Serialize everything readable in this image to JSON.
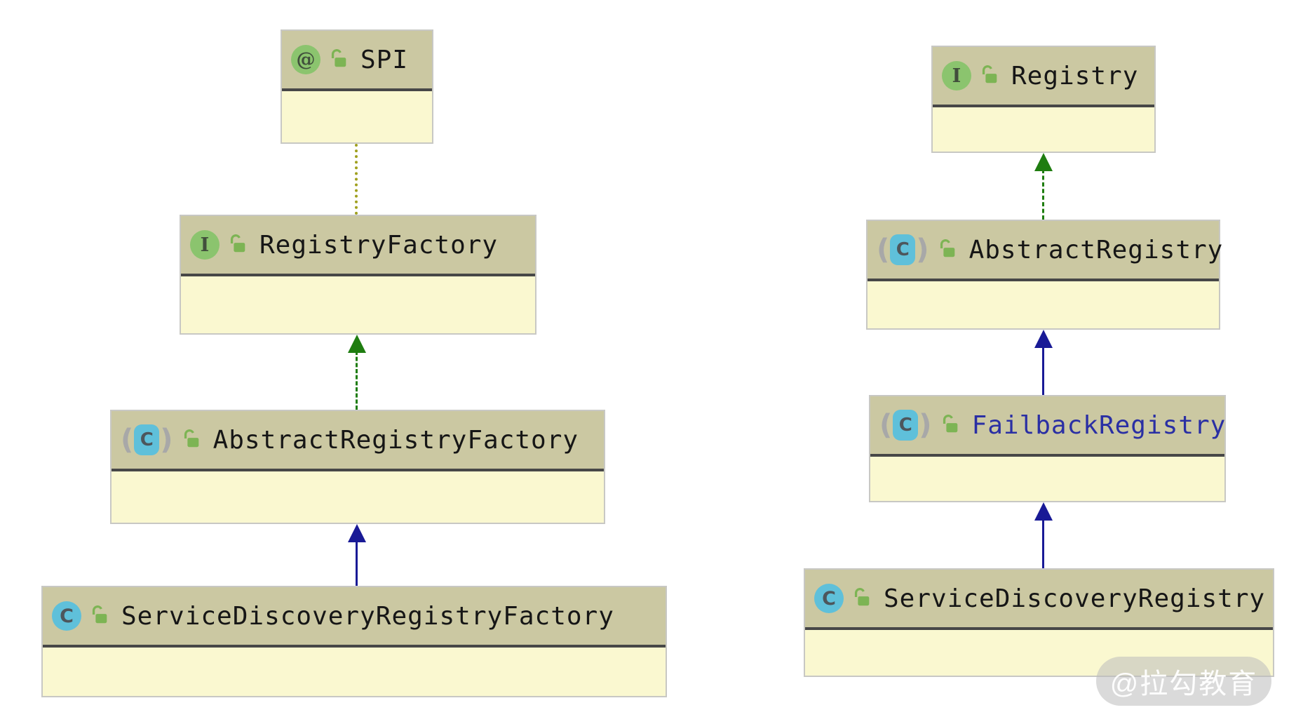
{
  "diagram": {
    "kind": "uml-class-inheritance-diagram",
    "colors": {
      "node_header_bg": "#cbc8a2",
      "node_body_bg": "#faf8d0",
      "node_border": "#c8c8c4",
      "node_separator": "#474747",
      "interface_icon_green": "#8bc46e",
      "class_icon_cyan": "#5fc0da",
      "lock_green": "#7db454",
      "implements_edge_green": "#1f7d10",
      "extends_edge_navy": "#191a96",
      "annotation_edge_olive": "#a0a01e",
      "highlighted_name_navy": "#2a2fa4"
    },
    "nodes": [
      {
        "name": "SPI",
        "kind": "annotation",
        "icon": "annotation-icon",
        "icon_glyph": "@",
        "visibility_icon": "unlocked-icon"
      },
      {
        "name": "RegistryFactory",
        "kind": "interface",
        "icon": "interface-icon",
        "icon_glyph": "I",
        "visibility_icon": "unlocked-icon"
      },
      {
        "name": "AbstractRegistryFactory",
        "kind": "abstract-class",
        "icon": "abstract-class-icon",
        "icon_glyph": "C",
        "visibility_icon": "unlocked-icon"
      },
      {
        "name": "ServiceDiscoveryRegistryFactory",
        "kind": "class",
        "icon": "class-icon",
        "icon_glyph": "C",
        "visibility_icon": "unlocked-icon"
      },
      {
        "name": "Registry",
        "kind": "interface",
        "icon": "interface-icon",
        "icon_glyph": "I",
        "visibility_icon": "unlocked-icon"
      },
      {
        "name": "AbstractRegistry",
        "kind": "abstract-class",
        "icon": "abstract-class-icon",
        "icon_glyph": "C",
        "visibility_icon": "unlocked-icon"
      },
      {
        "name": "FailbackRegistry",
        "kind": "abstract-class",
        "icon": "abstract-class-icon",
        "icon_glyph": "C",
        "visibility_icon": "unlocked-icon",
        "highlighted": true
      },
      {
        "name": "ServiceDiscoveryRegistry",
        "kind": "class",
        "icon": "class-icon",
        "icon_glyph": "C",
        "visibility_icon": "unlocked-icon"
      }
    ],
    "edges": [
      {
        "from": "RegistryFactory",
        "to": "SPI",
        "type": "annotation-dependency",
        "style": "dotted-olive-no-arrow"
      },
      {
        "from": "AbstractRegistryFactory",
        "to": "RegistryFactory",
        "type": "implements",
        "style": "dashed-green-filled-triangle"
      },
      {
        "from": "ServiceDiscoveryRegistryFactory",
        "to": "AbstractRegistryFactory",
        "type": "extends",
        "style": "solid-navy-filled-triangle"
      },
      {
        "from": "AbstractRegistry",
        "to": "Registry",
        "type": "implements",
        "style": "dashed-green-filled-triangle"
      },
      {
        "from": "FailbackRegistry",
        "to": "AbstractRegistry",
        "type": "extends",
        "style": "solid-navy-filled-triangle"
      },
      {
        "from": "ServiceDiscoveryRegistry",
        "to": "FailbackRegistry",
        "type": "extends",
        "style": "solid-navy-filled-triangle"
      }
    ],
    "watermark": {
      "text": "@拉勾教育"
    }
  }
}
